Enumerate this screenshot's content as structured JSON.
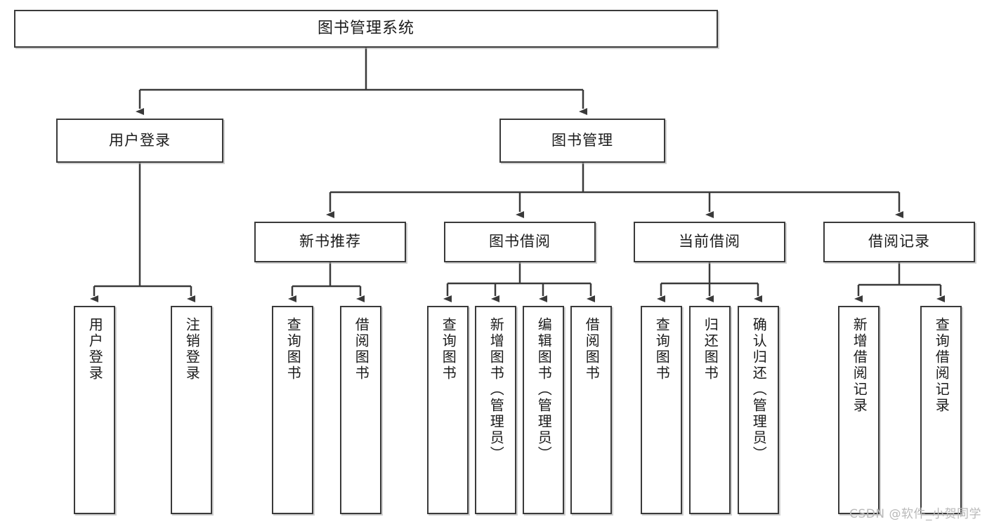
{
  "diagram": {
    "type": "tree",
    "title": "图书管理系统",
    "root": {
      "label": "图书管理系统"
    },
    "level2": [
      {
        "label": "用户登录"
      },
      {
        "label": "图书管理"
      }
    ],
    "level3": [
      {
        "label": "新书推荐"
      },
      {
        "label": "图书借阅"
      },
      {
        "label": "当前借阅"
      },
      {
        "label": "借阅记录"
      }
    ],
    "leaves": {
      "user_login": [
        {
          "label": "用户登录"
        },
        {
          "label": "注销登录"
        }
      ],
      "new_book_recommend": [
        {
          "label": "查询图书"
        },
        {
          "label": "借阅图书"
        }
      ],
      "book_borrow": [
        {
          "label": "查询图书"
        },
        {
          "label": "新增图书（管理员）"
        },
        {
          "label": "编辑图书（管理员）"
        },
        {
          "label": "借阅图书"
        }
      ],
      "current_borrow": [
        {
          "label": "查询图书"
        },
        {
          "label": "归还图书"
        },
        {
          "label": "确认归还（管理员）"
        }
      ],
      "borrow_record": [
        {
          "label": "新增借阅记录"
        },
        {
          "label": "查询借阅记录"
        }
      ]
    }
  },
  "watermark": {
    "text": "CSDN @软件_小贺同学"
  },
  "colors": {
    "border": "#3a3a3a",
    "background": "#ffffff",
    "text": "#1b1b1b",
    "watermark": "#b9b9b9"
  }
}
